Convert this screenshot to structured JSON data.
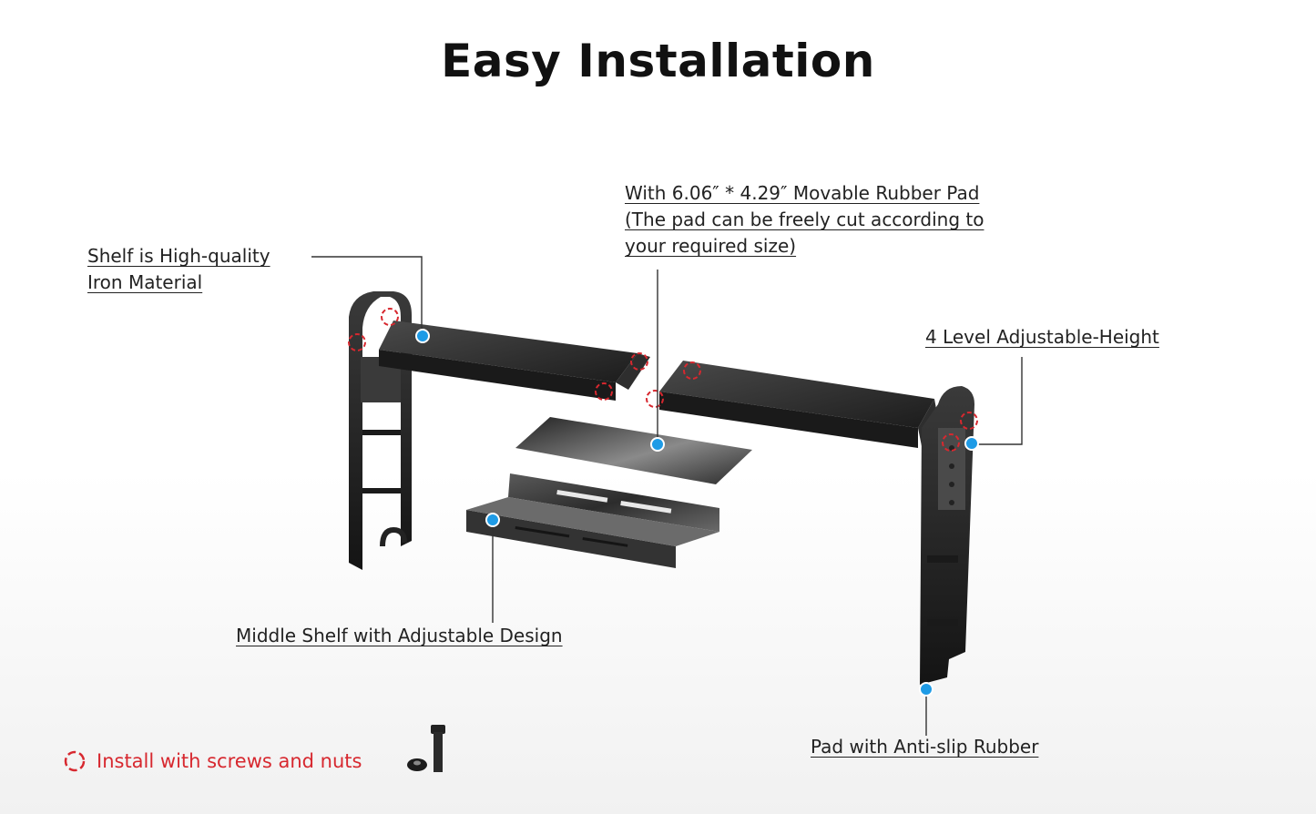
{
  "title": "Easy Installation",
  "callouts": {
    "iron": [
      "Shelf is High-quality",
      "Iron Material"
    ],
    "pad": [
      "With 6.06″ * 4.29″ Movable Rubber Pad",
      "(The pad can be freely cut according to",
      "your required size)"
    ],
    "height": [
      "4 Level Adjustable-Height"
    ],
    "middle": [
      "Middle Shelf with Adjustable Design"
    ],
    "rubber": [
      "Pad with Anti-slip Rubber"
    ]
  },
  "install_note": "Install with screws and nuts",
  "colors": {
    "metal": "#2a2a2a",
    "marker": "#1e9be6",
    "accent": "#d7282f"
  }
}
